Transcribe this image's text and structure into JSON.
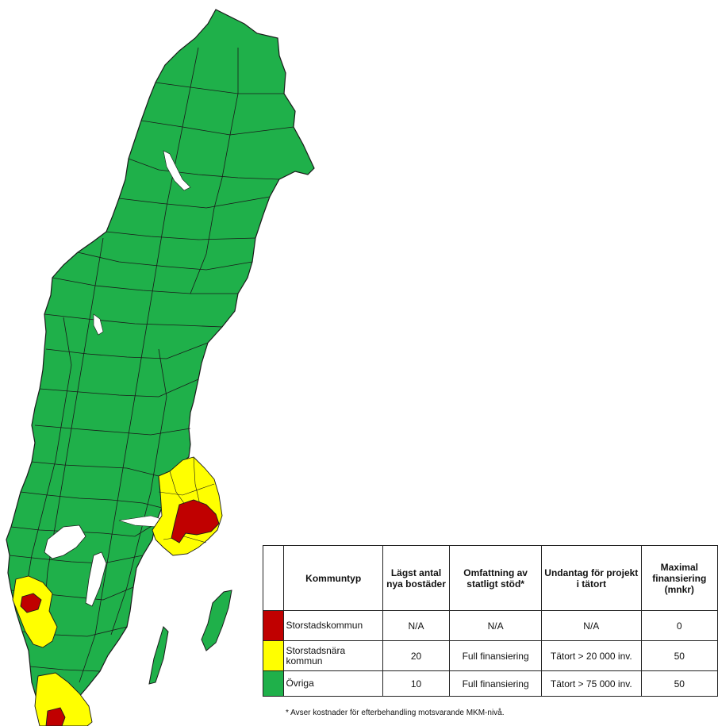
{
  "colors": {
    "storstad": "#C00000",
    "storstadsnara": "#FFFF00",
    "ovriga": "#1FB04A",
    "border": "#1a1a1a"
  },
  "table": {
    "headers": {
      "kommuntyp": "Kommuntyp",
      "lagst": "Lägst antal nya bostäder",
      "omfattning": "Omfattning av statligt stöd*",
      "undantag": "Undantag för projekt i tätort",
      "maximal": "Maximal finansiering (mnkr)"
    },
    "rows": [
      {
        "kommuntyp": "Storstadskommun",
        "lagst": "N/A",
        "omfattning": "N/A",
        "undantag": "N/A",
        "maximal": "0"
      },
      {
        "kommuntyp": "Storstadsnära kommun",
        "lagst": "20",
        "omfattning": "Full finansiering",
        "undantag": "Tätort > 20 000 inv.",
        "maximal": "50"
      },
      {
        "kommuntyp": "Övriga",
        "lagst": "10",
        "omfattning": "Full finansiering",
        "undantag": "Tätort > 75 000 inv.",
        "maximal": "50"
      }
    ]
  },
  "footnote": "* Avser kostnader för efterbehandling motsvarande MKM-nivå."
}
